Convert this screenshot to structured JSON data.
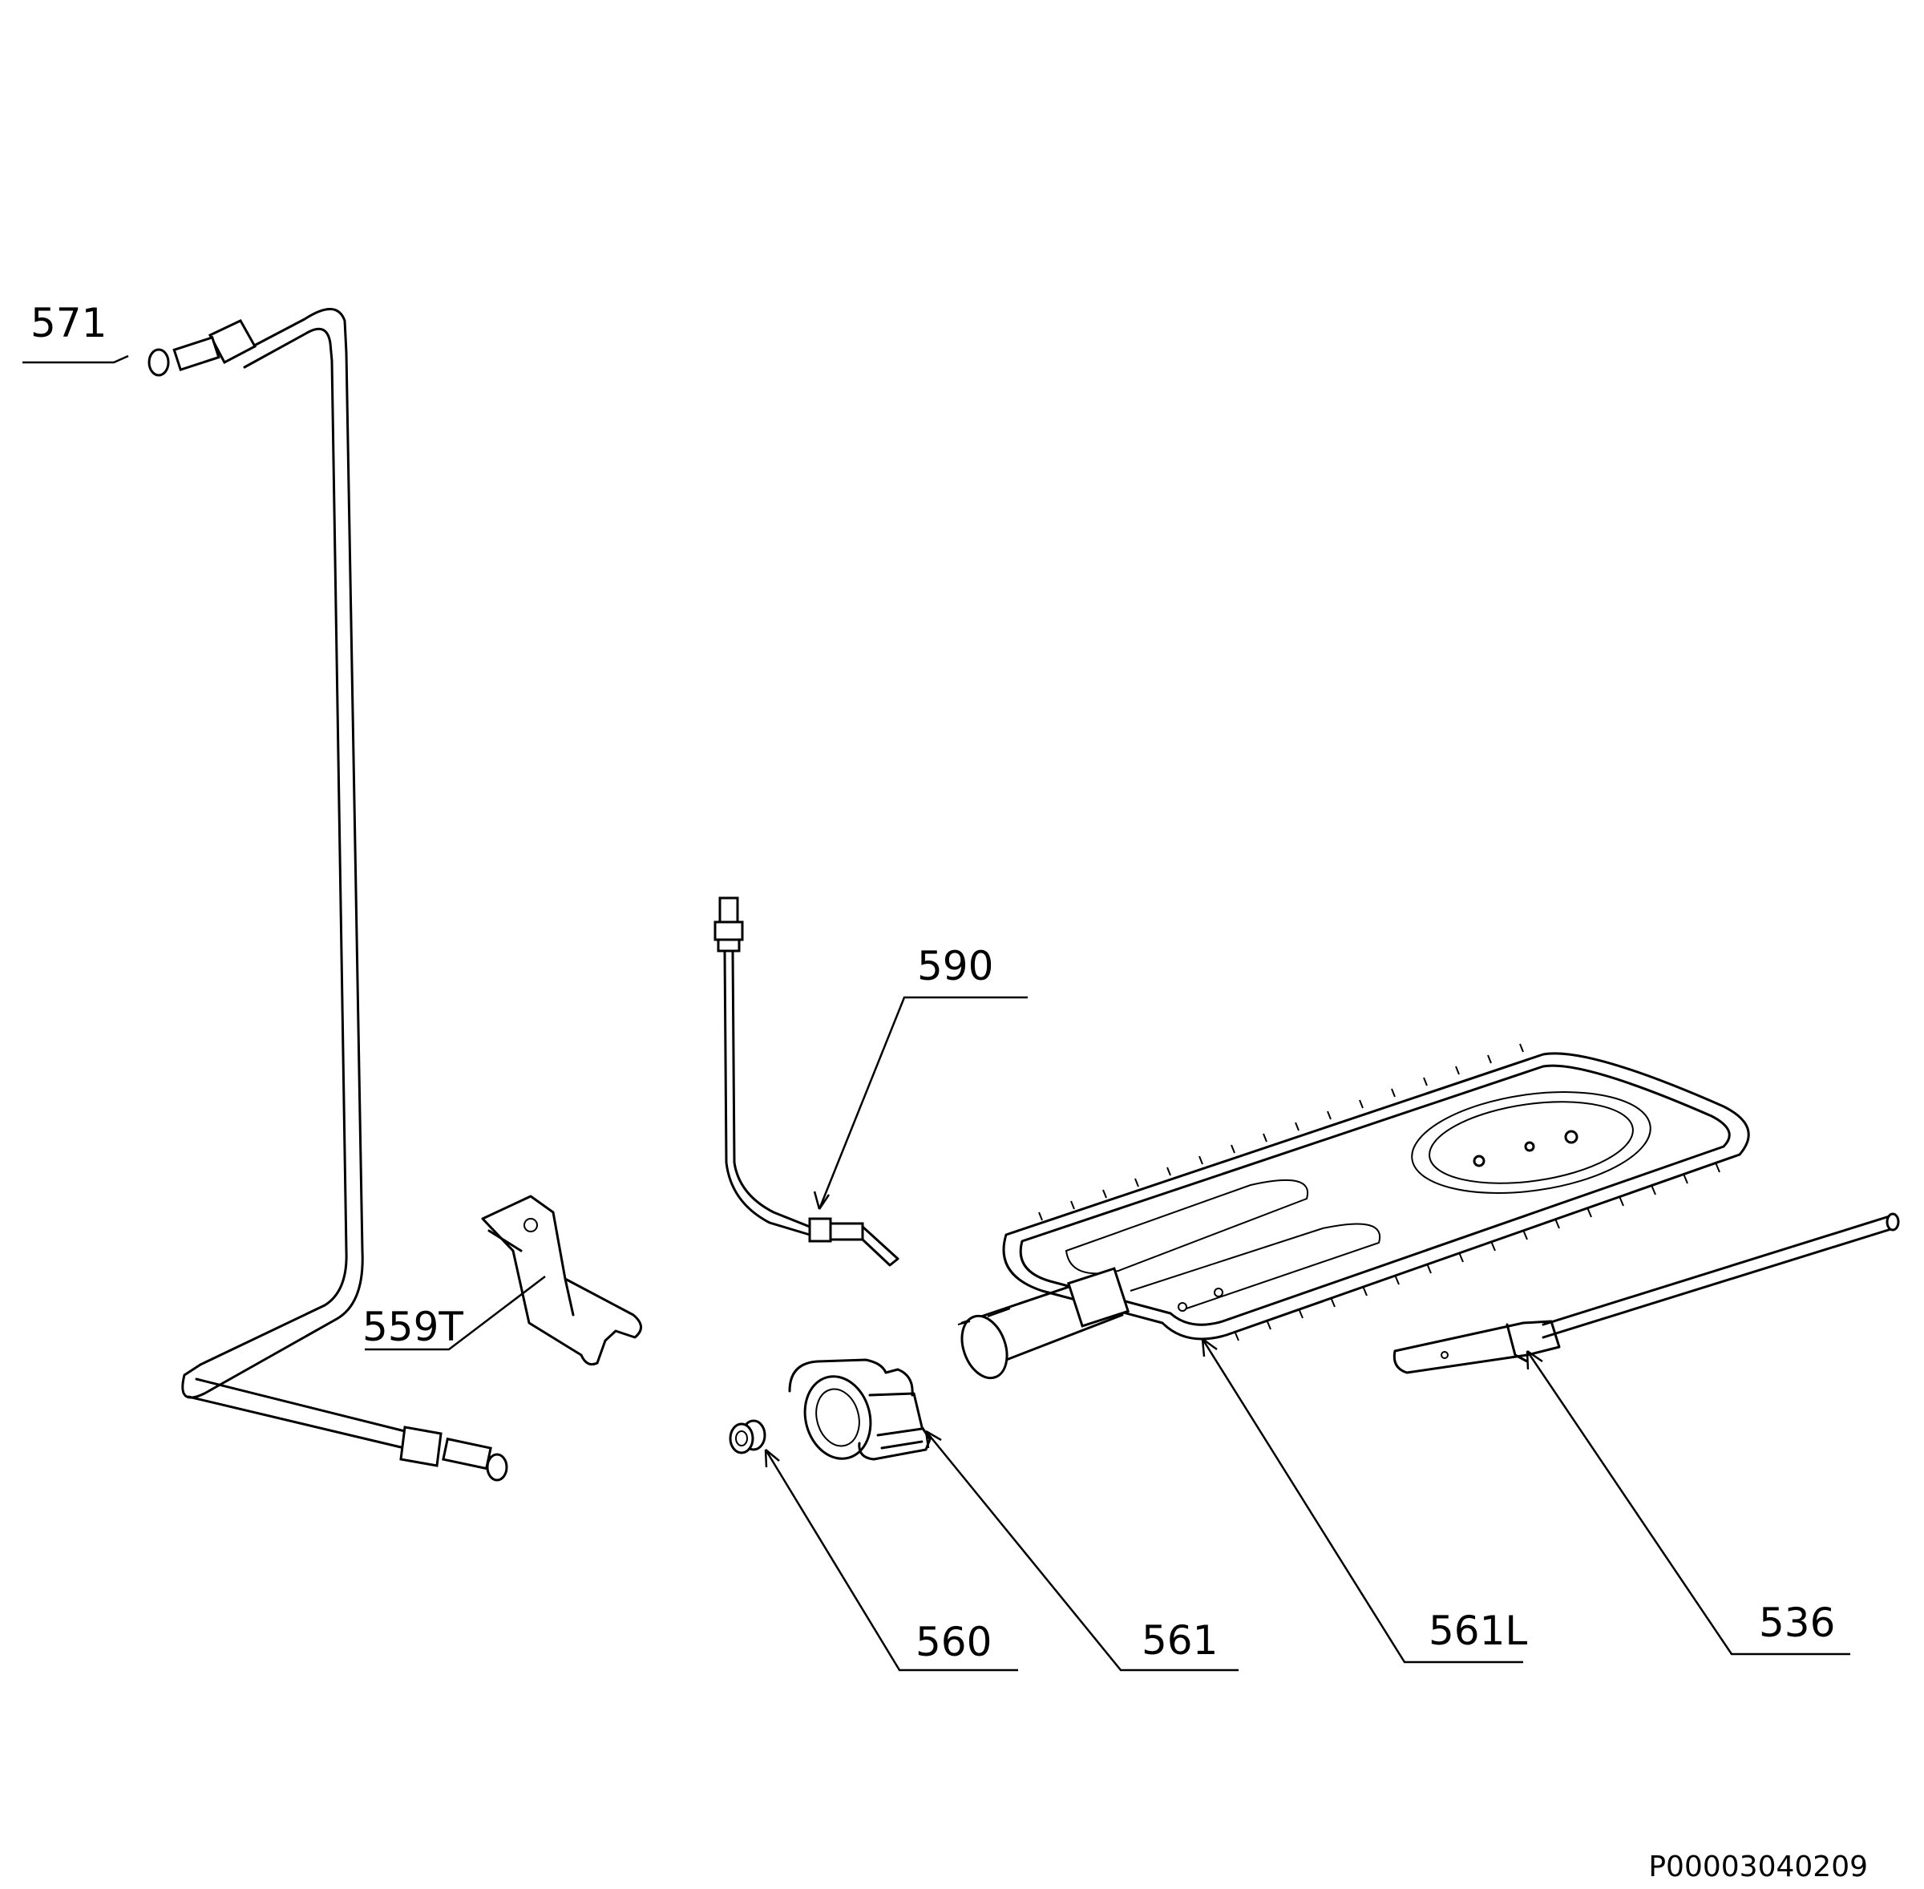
{
  "reference_code": "P00003040209",
  "parts": [
    {
      "label": "571"
    },
    {
      "label": "590"
    },
    {
      "label": "559T"
    },
    {
      "label": "560"
    },
    {
      "label": "561"
    },
    {
      "label": "561L"
    },
    {
      "label": "536"
    }
  ]
}
